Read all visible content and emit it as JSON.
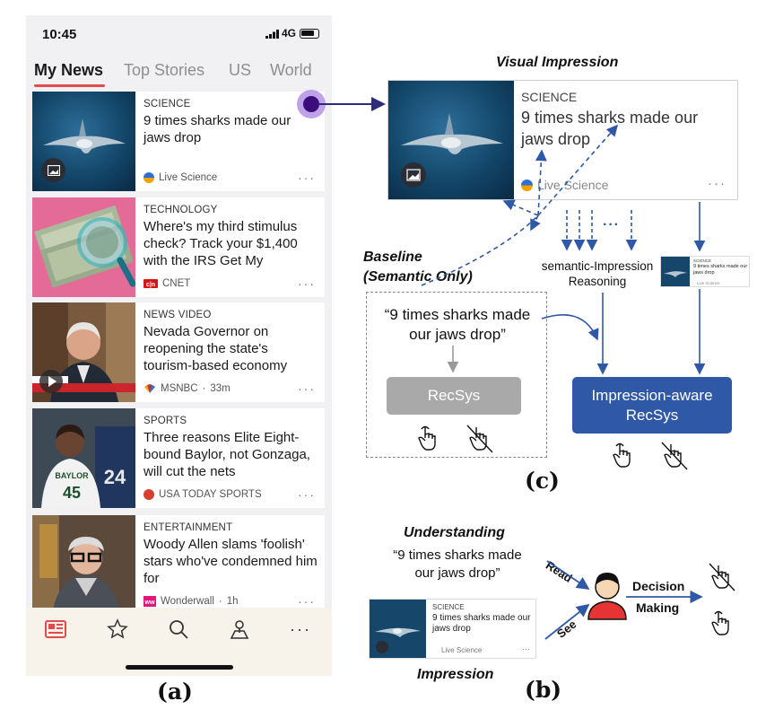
{
  "phone": {
    "status": {
      "time": "10:45",
      "network": "4G"
    },
    "tabs": [
      "My News",
      "Top Stories",
      "US",
      "World"
    ],
    "cards": [
      {
        "category": "SCIENCE",
        "title": "9 times sharks made our jaws drop",
        "source": "Live Science",
        "time": ""
      },
      {
        "category": "TECHNOLOGY",
        "title": "Where's my third stimulus check? Track your $1,400 with the IRS Get My",
        "source": "CNET",
        "time": ""
      },
      {
        "category": "NEWS VIDEO",
        "title": "Nevada Governor on reopening the state's tourism-based economy",
        "source": "MSNBC",
        "time": "33m"
      },
      {
        "category": "SPORTS",
        "title": "Three reasons Elite Eight-bound Baylor, not Gonzaga, will cut the nets",
        "source": "USA TODAY SPORTS",
        "time": ""
      },
      {
        "category": "ENTERTAINMENT",
        "title": "Woody Allen slams 'foolish' stars who've condemned him for",
        "source": "Wonderwall",
        "time": "1h"
      }
    ],
    "more": "···",
    "time_sep": "·"
  },
  "labels": {
    "a": "(a)",
    "b": "(b)",
    "c": "(c)"
  },
  "panel_c": {
    "visual_impression": "Visual Impression",
    "baseline_line1": "Baseline",
    "baseline_line2": "(Semantic Only)",
    "quote_line1": "“9 times sharks made",
    "quote_line2": "our jaws drop”",
    "reasoning_line1": "semantic-Impression",
    "reasoning_line2": "Reasoning",
    "recsys": "RecSys",
    "recsys_aware_line1": "Impression-aware",
    "recsys_aware_line2": "RecSys",
    "ellipsis": "···"
  },
  "panel_b": {
    "understanding": "Understanding",
    "quote_line1": "“9 times sharks made",
    "quote_line2": "our jaws drop”",
    "read": "Read",
    "see": "See",
    "decision_line1": "Decision",
    "decision_line2": "Making",
    "impression": "Impression"
  },
  "colors": {
    "accent_red": "#e34b4b",
    "arrow_navy": "#2c2c7a",
    "recsys_blue": "#2f58a6",
    "recsys_grey": "#a9a9a9",
    "marker_purple": "#7b3fd0"
  }
}
